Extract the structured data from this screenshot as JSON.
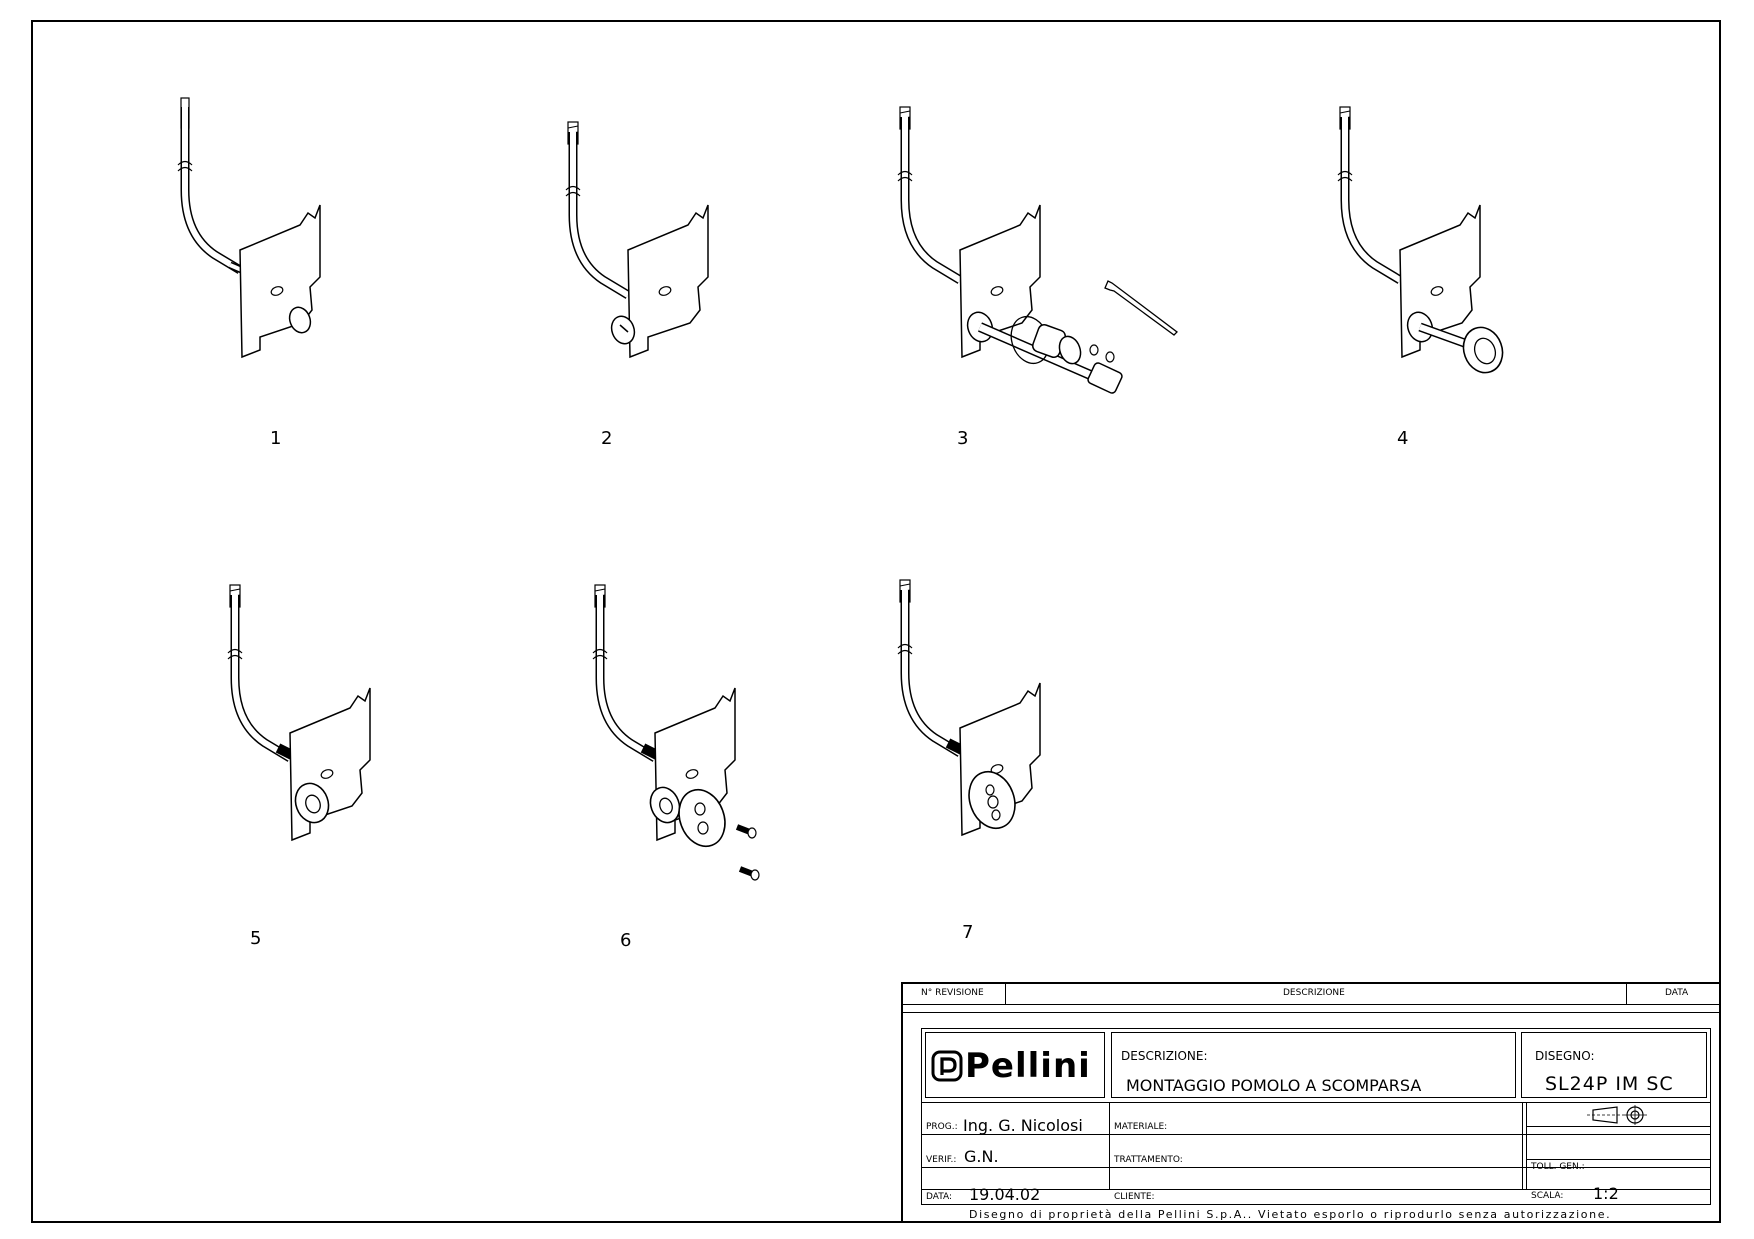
{
  "steps": [
    "1",
    "2",
    "3",
    "4",
    "5",
    "6",
    "7"
  ],
  "revision_header": {
    "rev_label": "N° REVISIONE",
    "desc_label": "DESCRIZIONE",
    "date_label": "DATA"
  },
  "title_block": {
    "logo_text": "Pellini",
    "descrizione_label": "DESCRIZIONE:",
    "descrizione_value": "MONTAGGIO POMOLO A SCOMPARSA",
    "disegno_label": "DISEGNO:",
    "disegno_value": "SL24P IM SC",
    "prog_label": "PROG.:",
    "prog_value": "Ing. G. Nicolosi",
    "verif_label": "VERIF.:",
    "verif_value": "G.N.",
    "data_label": "DATA:",
    "data_value": "19.04.02",
    "materiale_label": "MATERIALE:",
    "trattamento_label": "TRATTAMENTO:",
    "cliente_label": "CLIENTE:",
    "toll_label": "TOLL. GEN.:",
    "scala_label": "SCALA:",
    "scala_value": "1:2",
    "footer": "Disegno di proprietà della Pellini S.p.A.. Vietato esporlo o riprodurlo senza autorizzazione."
  }
}
